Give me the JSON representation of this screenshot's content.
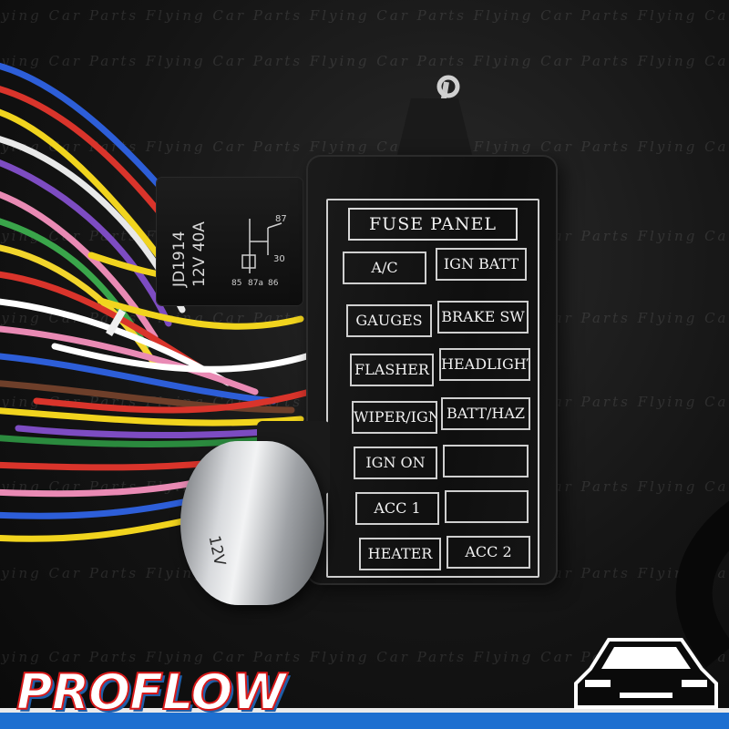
{
  "image": {
    "watermark_text": "Flying Car Parts",
    "relay": {
      "line1": "JD1914",
      "line2": "12V  40A",
      "pins": [
        "87",
        "30",
        "85",
        "87a",
        "86"
      ]
    },
    "fuse_panel": {
      "title": "FUSE PANEL",
      "left_column": [
        "A/C",
        "GAUGES",
        "FLASHER",
        "WIPER/IGN",
        "IGN ON",
        "ACC 1",
        "HEATER"
      ],
      "right_column": [
        "IGN BATT",
        "BRAKE SW",
        "HEADLIGHT",
        "BATT/HAZ",
        "",
        "",
        "ACC 2"
      ]
    },
    "capacitor_label": "12V",
    "logo_text": "PROFLOW",
    "colors": {
      "logo_red": "#d71a1a",
      "logo_blue": "#1f5ea8",
      "stripe_blue": "#1d6fd0"
    }
  }
}
